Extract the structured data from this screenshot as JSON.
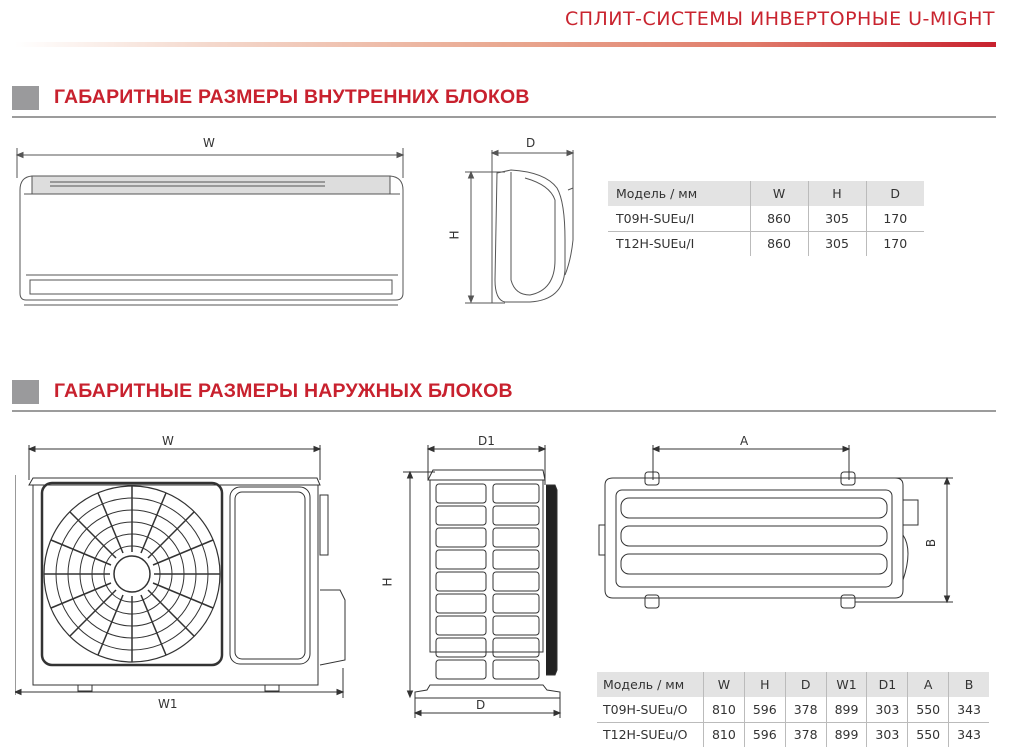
{
  "header": {
    "title": "СПЛИТ-СИСТЕМЫ ИНВЕРТОРНЫЕ U-MIGHT",
    "accent_color": "#c8212e"
  },
  "indoor": {
    "section_title": "ГАБАРИТНЫЕ РАЗМЕРЫ ВНУТРЕННИХ БЛОКОВ",
    "drawing_labels": {
      "front_width": "W",
      "side_depth": "D",
      "side_height": "H"
    },
    "table": {
      "headers": [
        "Модель / мм",
        "W",
        "H",
        "D"
      ],
      "rows": [
        [
          "T09H-SUEu/I",
          "860",
          "305",
          "170"
        ],
        [
          "T12H-SUEu/I",
          "860",
          "305",
          "170"
        ]
      ]
    }
  },
  "outdoor": {
    "section_title": "ГАБАРИТНЫЕ РАЗМЕРЫ НАРУЖНЫХ БЛОКОВ",
    "drawing_labels": {
      "front_width": "W",
      "front_width_total": "W1",
      "side_depth_top": "D1",
      "side_depth_base": "D",
      "side_height": "H",
      "top_mount_a": "A",
      "top_mount_b": "B"
    },
    "table": {
      "headers": [
        "Модель / мм",
        "W",
        "H",
        "D",
        "W1",
        "D1",
        "A",
        "B"
      ],
      "rows": [
        [
          "T09H-SUEu/O",
          "810",
          "596",
          "378",
          "899",
          "303",
          "550",
          "343"
        ],
        [
          "T12H-SUEu/O",
          "810",
          "596",
          "378",
          "899",
          "303",
          "550",
          "343"
        ]
      ]
    }
  }
}
